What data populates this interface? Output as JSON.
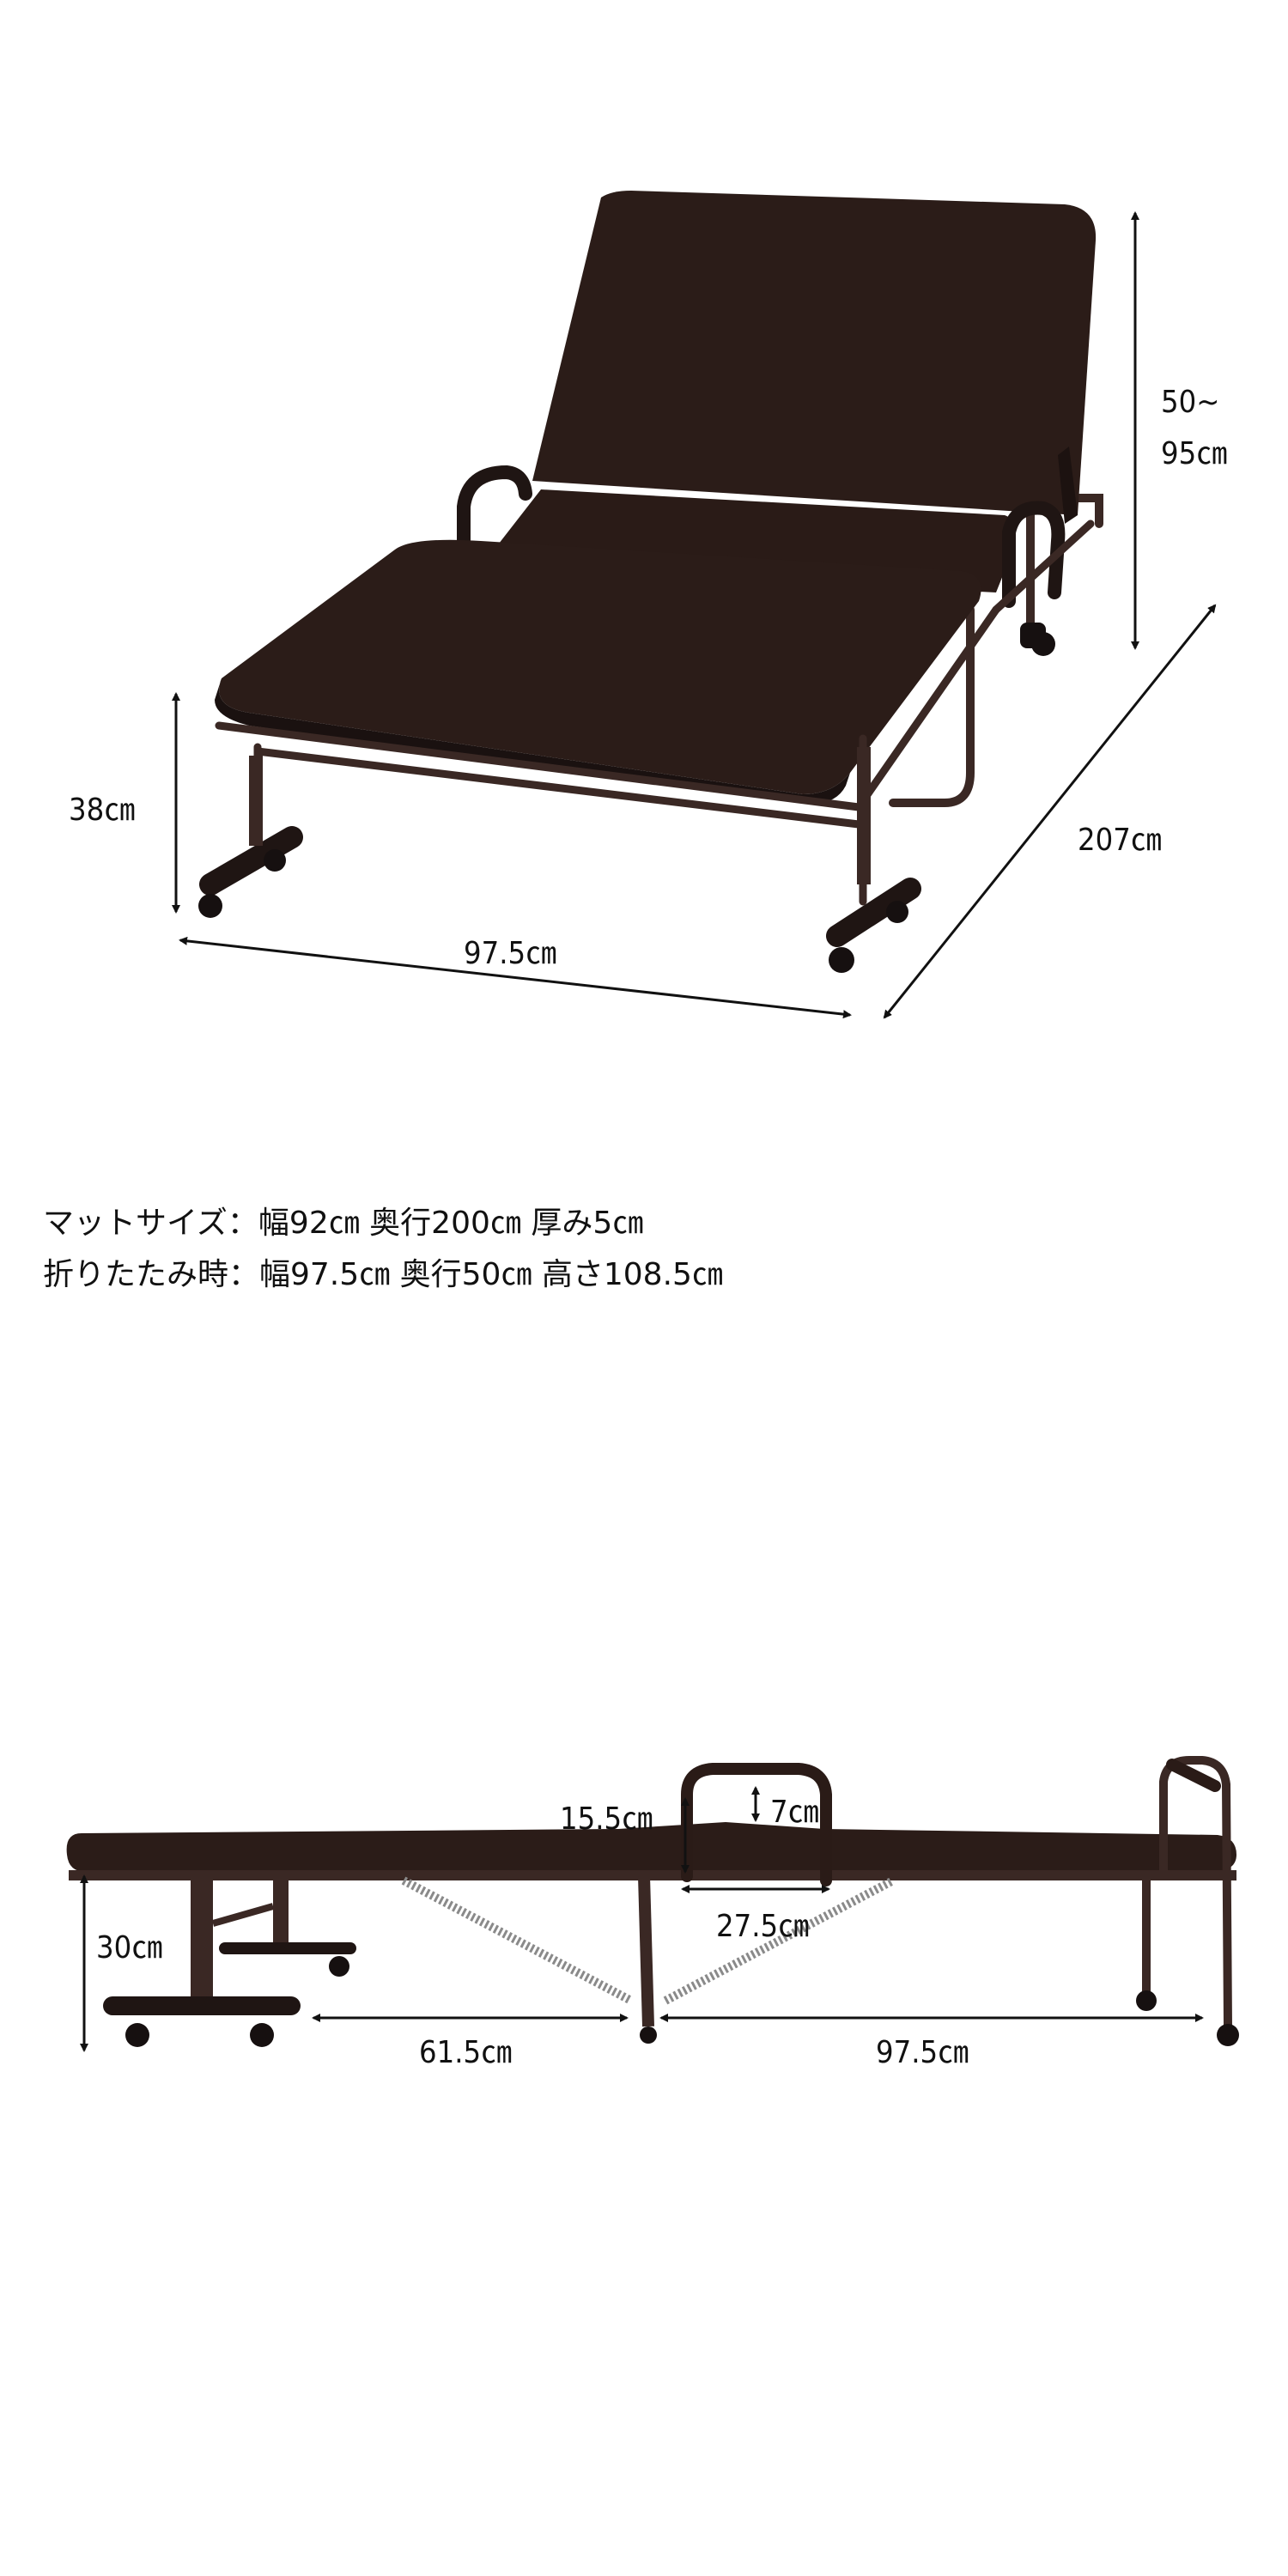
{
  "top_view": {
    "dim_backrest": "50~",
    "dim_backrest_2": "95㎝",
    "dim_height": "38㎝",
    "dim_width": "97.5㎝",
    "dim_length": "207㎝"
  },
  "specs": {
    "mat_size": "マットサイズ：幅92㎝ 奥行200㎝ 厚み5㎝",
    "folded_size": "折りたたみ時：幅97.5㎝ 奥行50㎝ 高さ108.5㎝"
  },
  "side_view": {
    "dim_handle_height": "15.5㎝",
    "dim_handle_top": "7㎝",
    "dim_handle_width": "27.5㎝",
    "dim_leg_height": "30㎝",
    "dim_left_section": "61.5㎝",
    "dim_right_section": "97.5㎝"
  },
  "colors": {
    "mattress": "#2b1c18",
    "frame": "#3a2824",
    "wheel": "#161010",
    "arrow": "#111111"
  }
}
